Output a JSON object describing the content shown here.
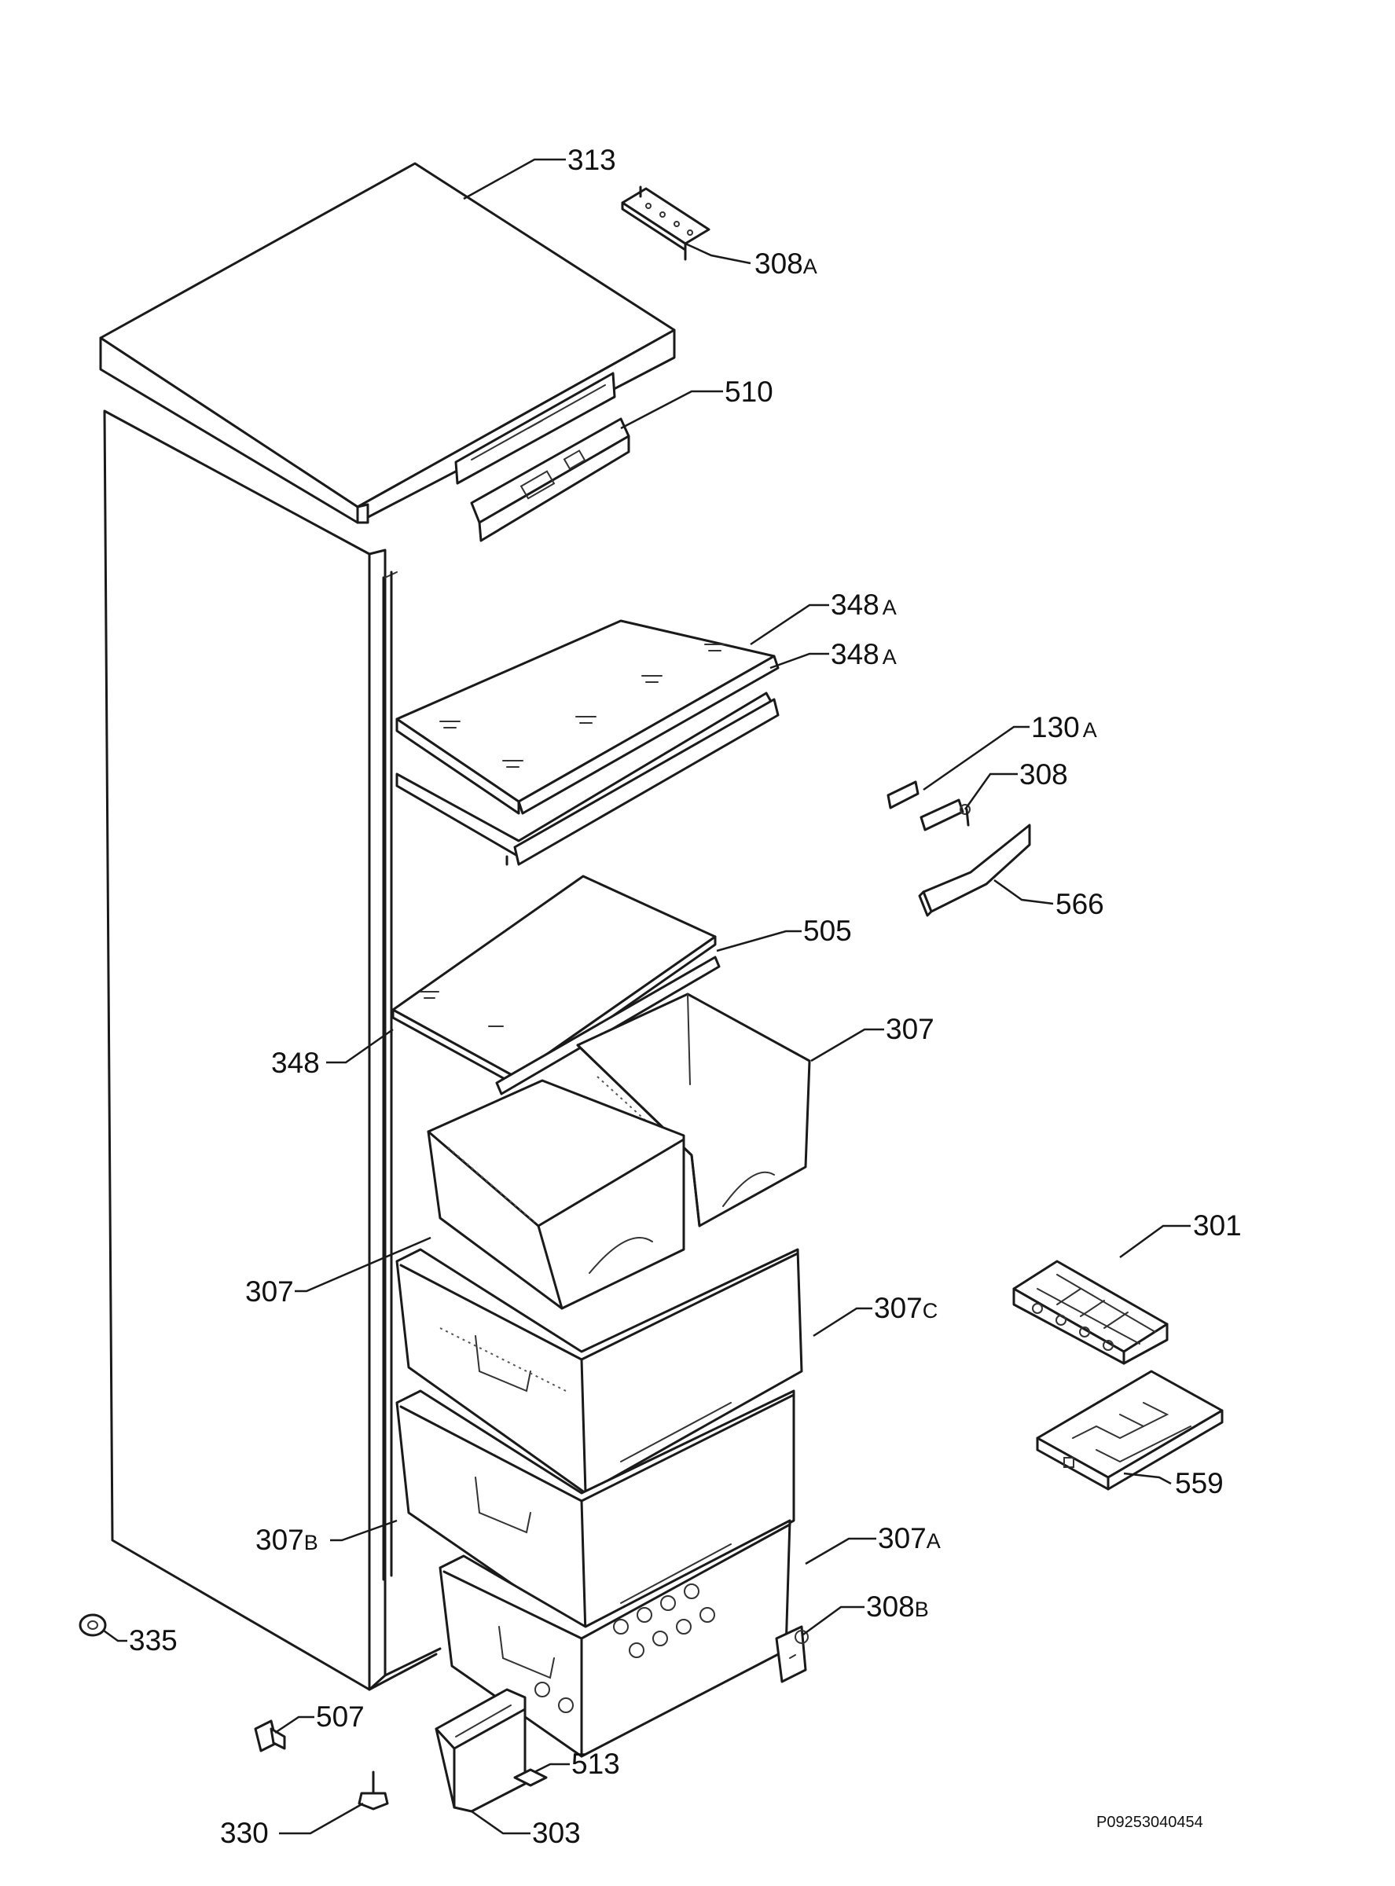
{
  "diagram": {
    "document_code": "P09253040454",
    "parts": [
      {
        "id": "p313",
        "number": "313",
        "suffix": ""
      },
      {
        "id": "p308a_top",
        "number": "308",
        "suffix": "A"
      },
      {
        "id": "p510",
        "number": "510",
        "suffix": ""
      },
      {
        "id": "p348a_1",
        "number": "348",
        "suffix": "A"
      },
      {
        "id": "p348a_2",
        "number": "348",
        "suffix": "A"
      },
      {
        "id": "p130a",
        "number": "130",
        "suffix": "A"
      },
      {
        "id": "p308",
        "number": "308",
        "suffix": ""
      },
      {
        "id": "p566",
        "number": "566",
        "suffix": ""
      },
      {
        "id": "p505",
        "number": "505",
        "suffix": ""
      },
      {
        "id": "p307_r",
        "number": "307",
        "suffix": ""
      },
      {
        "id": "p348",
        "number": "348",
        "suffix": ""
      },
      {
        "id": "p301",
        "number": "301",
        "suffix": ""
      },
      {
        "id": "p307_l",
        "number": "307",
        "suffix": ""
      },
      {
        "id": "p307c",
        "number": "307",
        "suffix": "C"
      },
      {
        "id": "p559",
        "number": "559",
        "suffix": ""
      },
      {
        "id": "p307b",
        "number": "307",
        "suffix": "B"
      },
      {
        "id": "p307a",
        "number": "307",
        "suffix": "A"
      },
      {
        "id": "p308b",
        "number": "308",
        "suffix": "B"
      },
      {
        "id": "p335",
        "number": "335",
        "suffix": ""
      },
      {
        "id": "p507",
        "number": "507",
        "suffix": ""
      },
      {
        "id": "p513",
        "number": "513",
        "suffix": ""
      },
      {
        "id": "p330",
        "number": "330",
        "suffix": ""
      },
      {
        "id": "p303",
        "number": "303",
        "suffix": ""
      }
    ]
  }
}
